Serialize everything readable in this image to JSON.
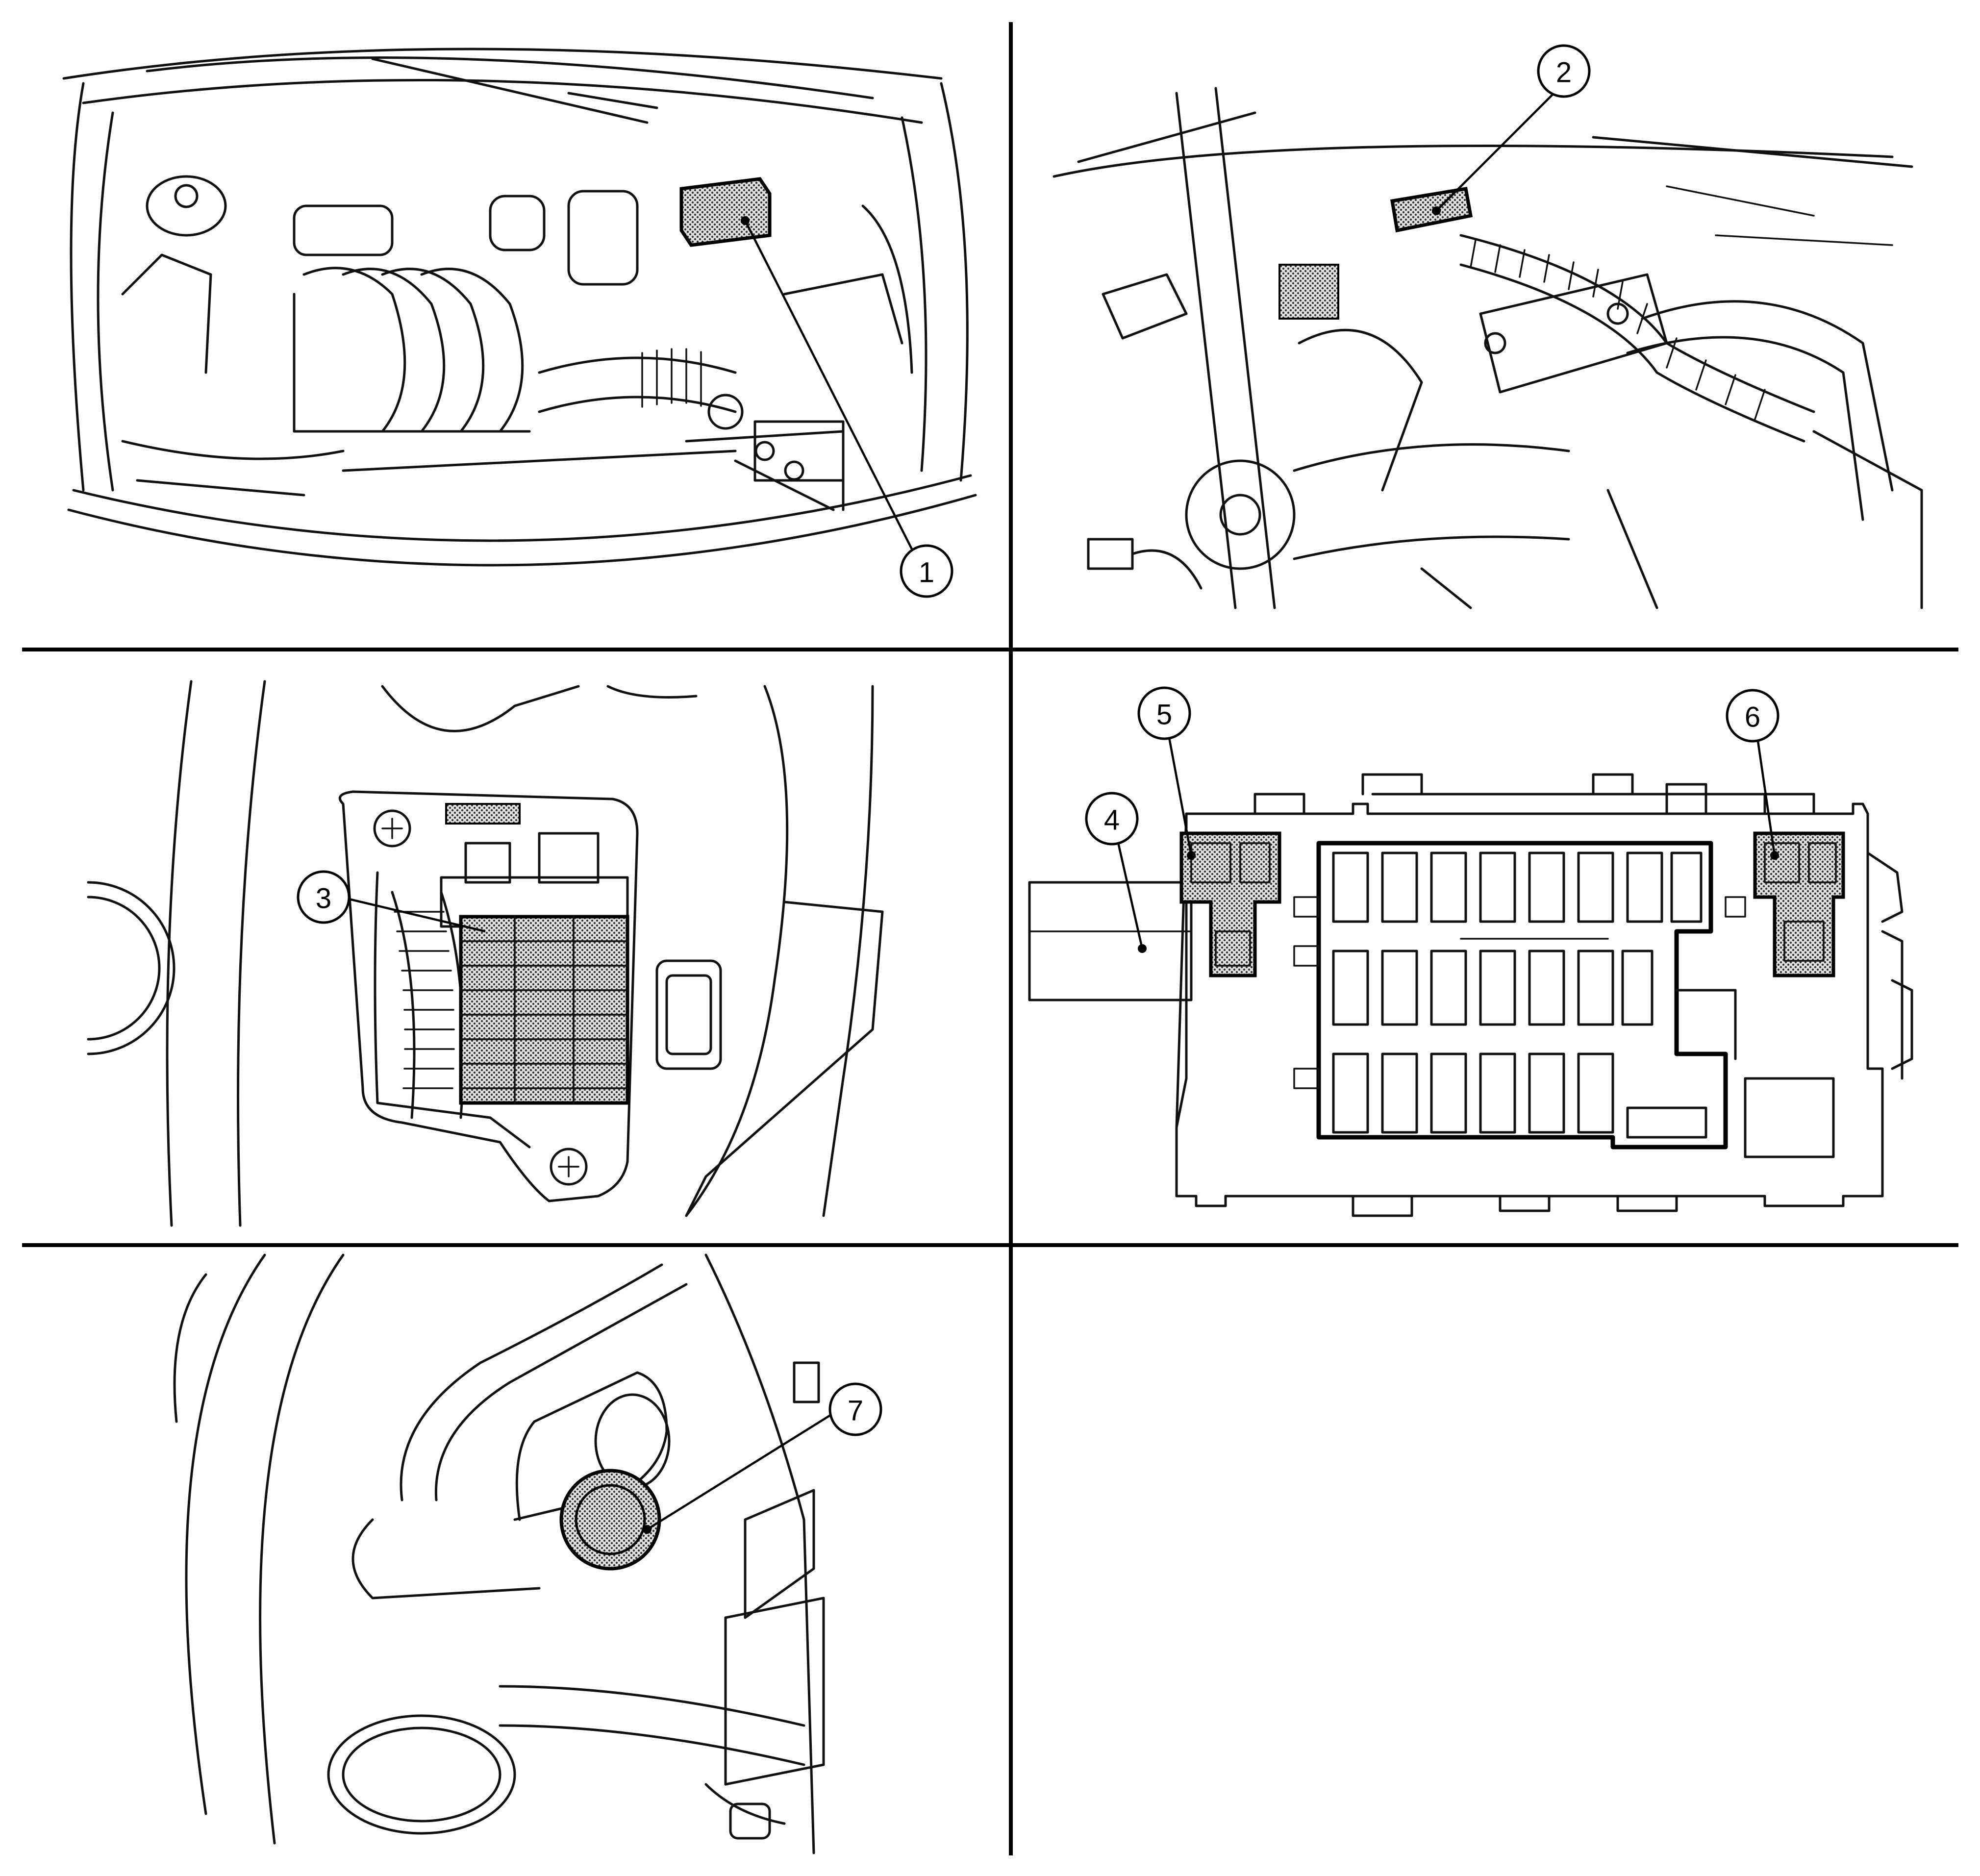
{
  "callouts": {
    "c1": "1",
    "c2": "2",
    "c3": "3",
    "c4": "4",
    "c5": "5",
    "c6": "6",
    "c7": "7"
  },
  "colors": {
    "line": "#111111",
    "background": "#ffffff",
    "highlight_fill": "#9a9a9a"
  }
}
